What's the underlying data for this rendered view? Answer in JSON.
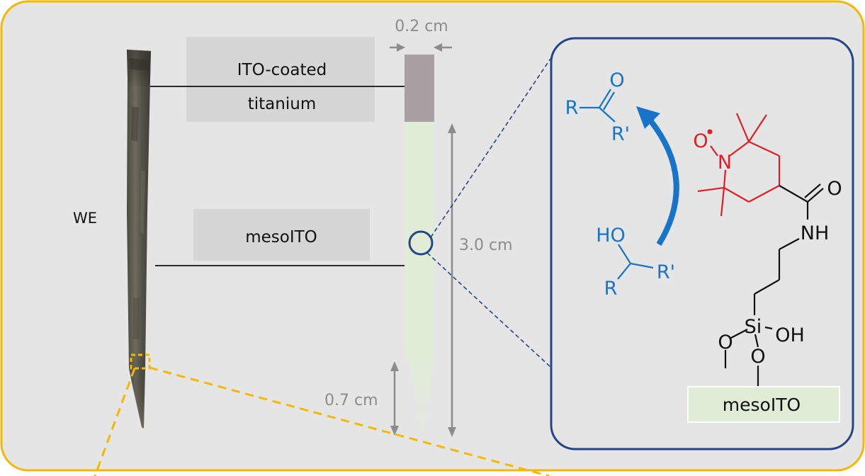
{
  "labels": {
    "we": "WE",
    "ito_line1": "ITO-coated",
    "ito_line2": "titanium",
    "meso_label": "mesoITO",
    "width_dim": "0.2 cm",
    "length_dim": "3.0 cm",
    "tip_dim": "0.7 cm"
  },
  "molecule": {
    "ketone_O": "O",
    "ketone_R": "R",
    "ketone_Rp": "R'",
    "alcohol_HO": "HO",
    "alcohol_R": "R",
    "alcohol_Rp": "R'",
    "nitroxide_N": "N",
    "nitroxide_O": "O",
    "amide_O": "O",
    "amide_NH": "NH",
    "si": "Si",
    "si_OH": "OH",
    "si_O_left": "O",
    "si_O_bottom": "O",
    "surface_label": "mesoITO"
  },
  "colors": {
    "frame": "#f5b800",
    "panel_bg": "#e5e5e5",
    "inset_border": "#24458a",
    "blue_chem": "#1874c8",
    "red_chem": "#e01e26",
    "meso_fill": "#e0ecd6",
    "label_box": "#d6d6d6",
    "dim_gray": "#8c8c8c"
  }
}
